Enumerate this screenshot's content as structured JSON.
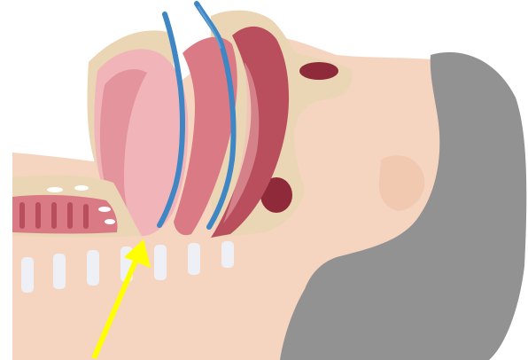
{
  "illustration": {
    "subject": "sagittal-section-head-airway",
    "colors": {
      "background": "#ffffff",
      "skin": "#f5d5c0",
      "skin_shadow": "#eec1a6",
      "hair": "#929292",
      "bone": "#ead6b4",
      "bone_edge": "#d9be94",
      "tissue": "#d97a85",
      "tissue_light": "#f1b4b8",
      "tissue_dark": "#b94f5d",
      "cavity": "#8f2a3a",
      "airflow": "#3f86c4",
      "airflow_light": "#6aa9da",
      "arrow": "#ffff00",
      "vertebra": "#eef0f5"
    },
    "pointer": {
      "icon": "yellow-arrow",
      "target": "airway-obstruction"
    }
  }
}
